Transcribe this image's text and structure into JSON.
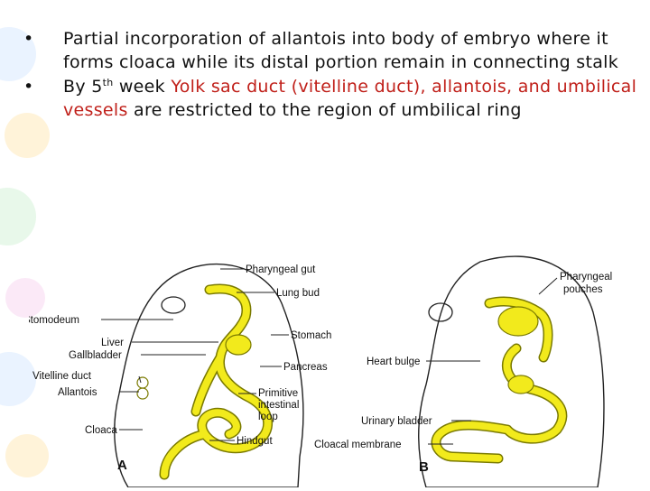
{
  "bullets": [
    {
      "marker": "•",
      "text": "Partial incorporation of allantois into body of embryo where it forms cloaca while its distal portion remain in connecting stalk"
    },
    {
      "marker": "•",
      "pre": "By 5",
      "sup": "th",
      "mid": " week ",
      "red": "Yolk sac duct (vitelline duct), allantois, and umbilical vessels",
      "post": " are restricted to the region of umbilical ring"
    }
  ],
  "figure": {
    "labels_a": {
      "pharyngeal_gut": "Pharyngeal gut",
      "lung_bud": "Lung bud",
      "stomodeum": "Stomodeum",
      "stomach": "Stomach",
      "liver": "Liver",
      "gallbladder": "Gallbladder",
      "pancreas": "Pancreas",
      "vitelline_duct": "Vitelline duct",
      "allantois": "Allantois",
      "primitive_intestinal_loop": [
        "Primitive",
        "intestinal",
        "loop"
      ],
      "cloaca": "Cloaca",
      "hindgut": "Hindgut",
      "panel": "A"
    },
    "labels_b": {
      "pharyngeal_pouches": [
        "Pharyngeal",
        "pouches"
      ],
      "heart_bulge": "Heart bulge",
      "urinary_bladder": "Urinary bladder",
      "cloacal_membrane": "Cloacal membrane",
      "panel": "B"
    },
    "colors": {
      "gut": "#f2ea1c",
      "gut_outline": "#7a7a00",
      "accent": "#c0201a"
    }
  }
}
